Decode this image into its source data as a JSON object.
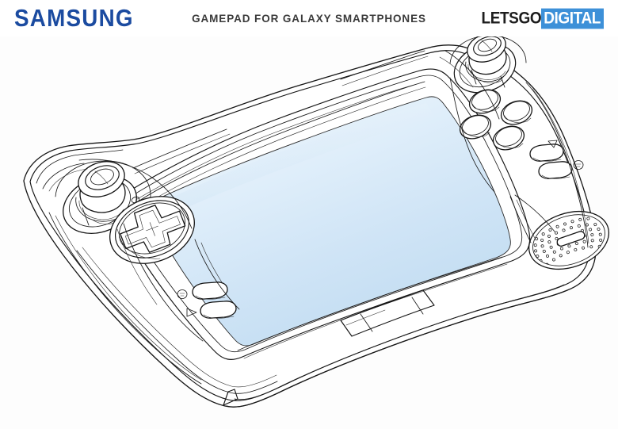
{
  "header": {
    "brand_logo": "SAMSUNG",
    "brand_color": "#1b4ba0",
    "title": "GAMEPAD FOR GALAXY SMARTPHONES",
    "title_color": "#3a3a3a",
    "source_logo_part1": "LETSGO",
    "source_logo_part2": "DIGITAL",
    "source_badge_color": "#3d90d8"
  },
  "illustration": {
    "kind": "patent-line-drawing",
    "subject": "gamepad controller accessory with docked smartphone",
    "background_color": "#fdfdfd",
    "line_color": "#151515",
    "screen_color_light": "#eef5fc",
    "screen_color_mid": "#d3e6f7",
    "screen_color_deep": "#bcd9f0",
    "parts": {
      "screen": "smartphone-display",
      "left_stick": "left-analog-stick",
      "right_stick": "right-analog-stick",
      "dpad": "directional-pad",
      "face_buttons": [
        "face-button-top",
        "face-button-left",
        "face-button-right",
        "face-button-bottom"
      ],
      "left_aux_buttons": [
        "select-button",
        "start-button"
      ],
      "right_aux_buttons": [
        "menu-button",
        "home-button"
      ],
      "speaker": "speaker-grille",
      "left_grip": "left-hand-grip",
      "right_grip": "right-hand-grip"
    }
  }
}
